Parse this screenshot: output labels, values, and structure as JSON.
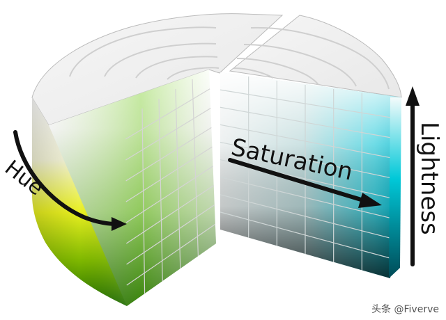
{
  "labels": {
    "hue": "Hue",
    "saturation": "Saturation",
    "lightness": "Lightness"
  },
  "watermark": "头条 @Fiverve",
  "colors": {
    "front_hue_bottom": "#1f8a00",
    "front_hue_mid": "#a8f000",
    "left_hue_mid": "#e6e600",
    "right_cyan": "#00c8d8",
    "arrow": "#111111",
    "grid_line": "#c9c9c9"
  },
  "icons": [
    "curved-arrow-icon",
    "right-arrow-icon",
    "up-arrow-icon"
  ]
}
